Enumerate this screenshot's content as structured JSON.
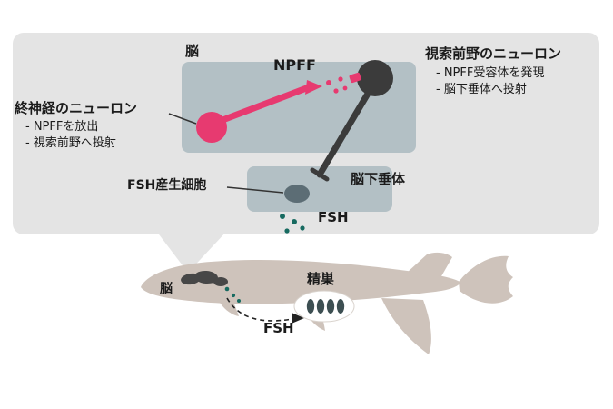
{
  "colors": {
    "panel_bg": "#e4e4e4",
    "box_bg": "#b3c0c5",
    "pink": "#e73a70",
    "dark_neuron": "#3b3b3b",
    "teal": "#176a60",
    "fish_body": "#cec3bb",
    "fsh_cell": "#5c6d75",
    "testis_dot": "#3d4f52"
  },
  "panel": {
    "brain_box_label": "脳",
    "npff_label": "NPFF",
    "terminal_neuron": {
      "title": "終神経のニューロン",
      "bullets": [
        "- NPFFを放出",
        "- 視索前野へ投射"
      ]
    },
    "preoptic_neuron": {
      "title": "視索前野のニューロン",
      "bullets": [
        "- NPFF受容体を発現",
        "- 脳下垂体へ投射"
      ]
    },
    "pituitary_label": "脳下垂体",
    "fsh_cell_label": "FSH産生細胞",
    "fsh_label": "FSH"
  },
  "fish": {
    "brain_label": "脳",
    "fsh_label": "FSH",
    "testis_label": "精巣"
  }
}
